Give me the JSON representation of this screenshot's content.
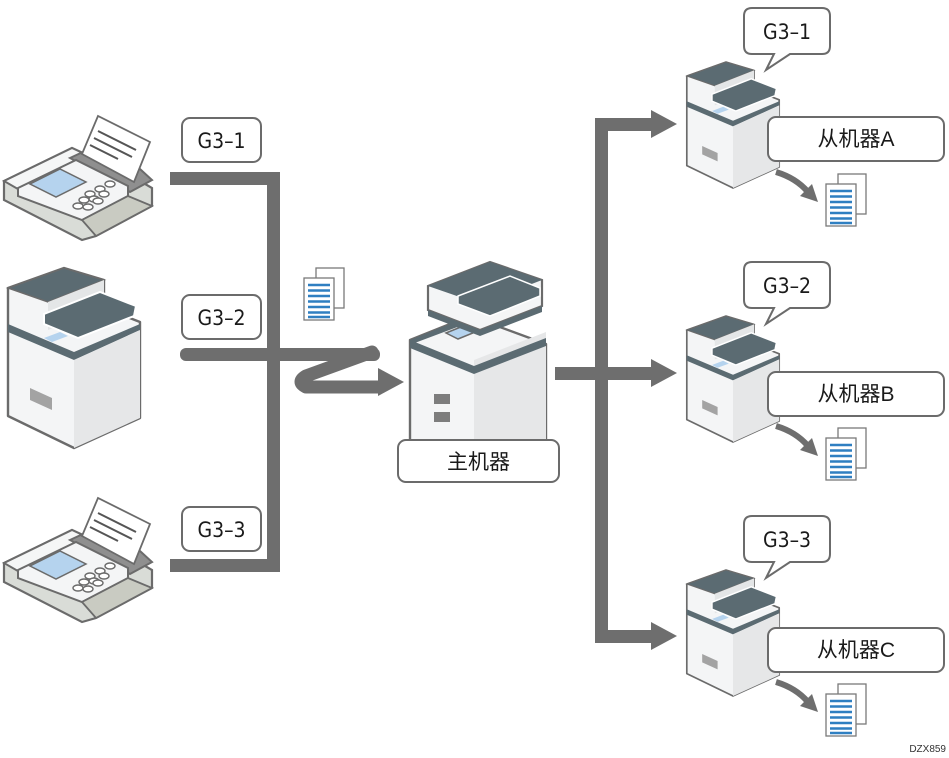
{
  "diagram": {
    "type": "fax-routing",
    "senders": [
      {
        "id": "fax-1",
        "device": "fax-machine",
        "line_label": "G3–1"
      },
      {
        "id": "mfp-2",
        "device": "multifunction-printer",
        "line_label": "G3–2"
      },
      {
        "id": "fax-3",
        "device": "fax-machine",
        "line_label": "G3–3"
      }
    ],
    "main_machine": {
      "label": "主机器",
      "device": "multifunction-printer-large"
    },
    "sub_machines": [
      {
        "label": "从机器A",
        "line_label": "G3–1"
      },
      {
        "label": "从机器B",
        "line_label": "G3–2"
      },
      {
        "label": "从机器C",
        "line_label": "G3–3"
      }
    ],
    "document_icon": "document-stack-icon",
    "reference_code": "DZX859",
    "colors": {
      "connector": "#6e6e6e",
      "device_dark": "#5b6b72",
      "device_body": "#f4f5f6",
      "screen": "#b5d3ee",
      "doc_lines": "#2f7fc1",
      "label_border": "#6b6b6b"
    }
  }
}
